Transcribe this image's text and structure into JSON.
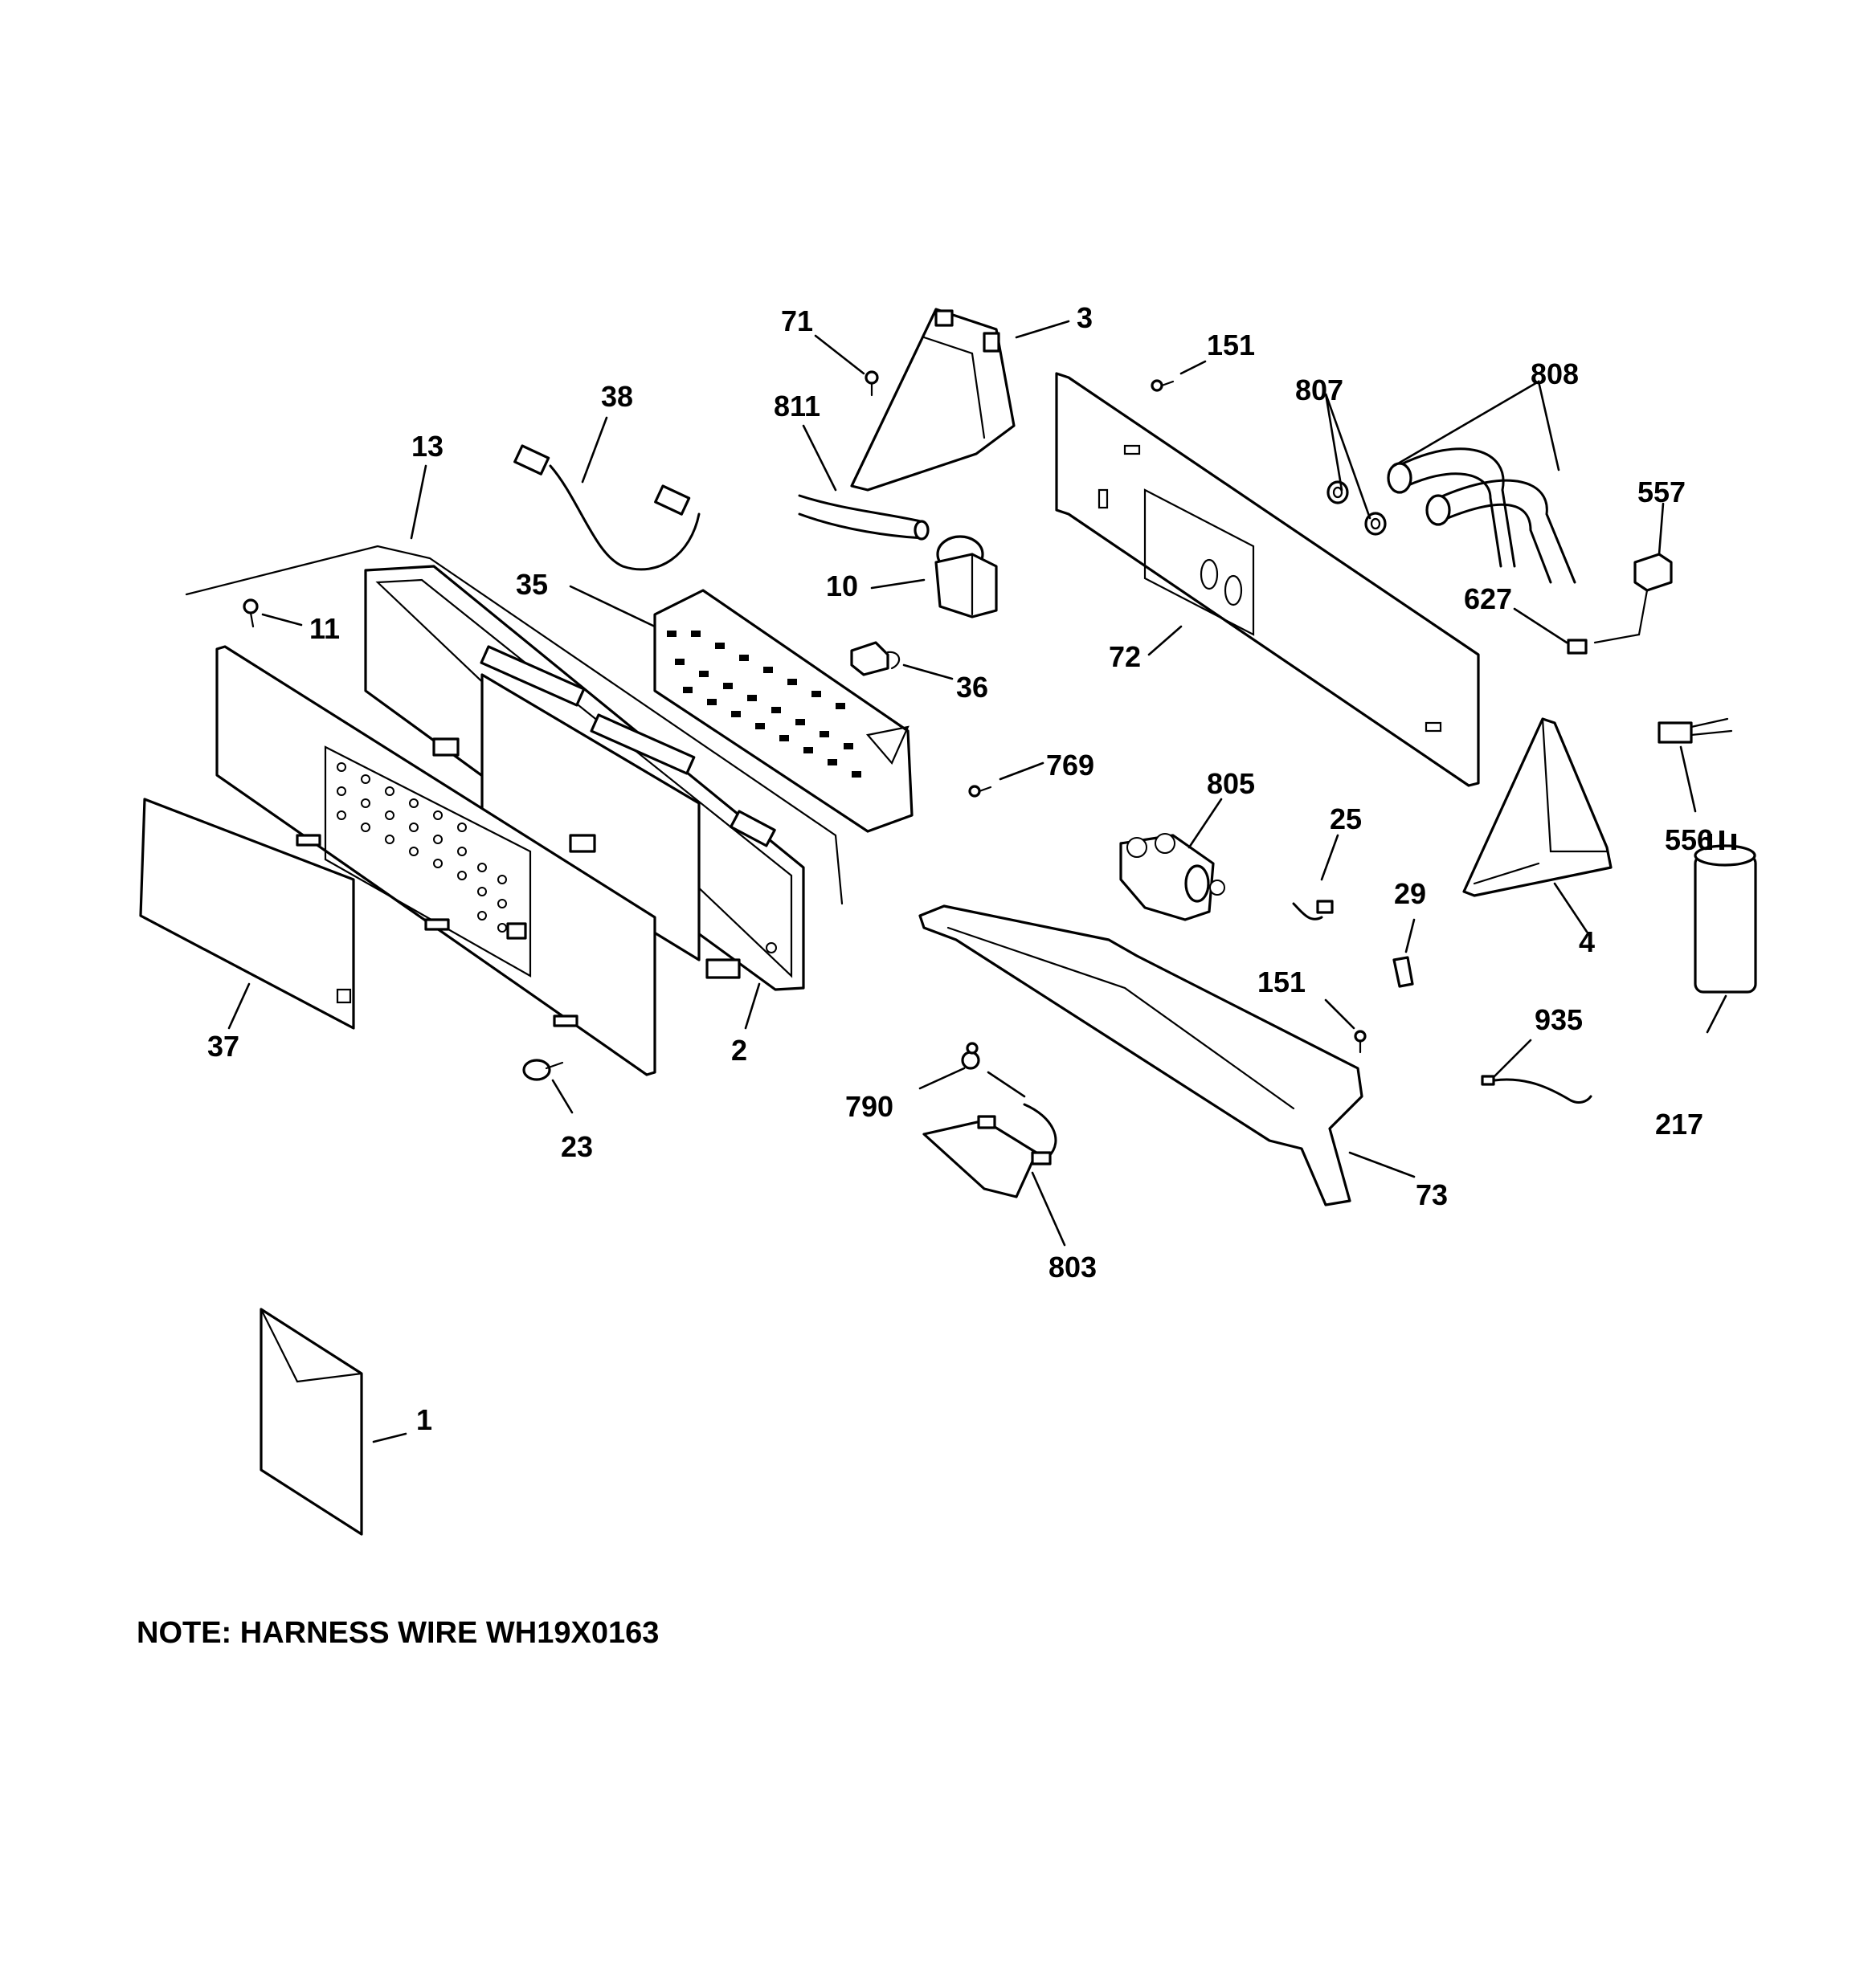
{
  "diagram": {
    "note": "NOTE: HARNESS WIRE WH19X0163",
    "callouts": {
      "c1": "1",
      "c2": "2",
      "c3": "3",
      "c4": "4",
      "c10": "10",
      "c11": "11",
      "c13": "13",
      "c23": "23",
      "c25": "25",
      "c29": "29",
      "c35": "35",
      "c36": "36",
      "c37": "37",
      "c38": "38",
      "c71": "71",
      "c72": "72",
      "c73": "73",
      "c151a": "151",
      "c151b": "151",
      "c217": "217",
      "c556": "556",
      "c557": "557",
      "c627": "627",
      "c769": "769",
      "c790": "790",
      "c803": "803",
      "c805": "805",
      "c807": "807",
      "c808": "808",
      "c811": "811",
      "c935": "935"
    }
  }
}
